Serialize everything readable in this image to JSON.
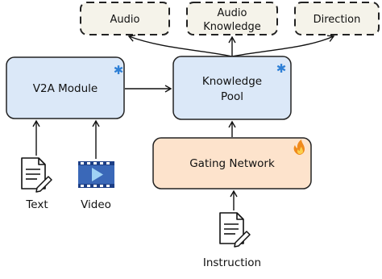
{
  "outputs": {
    "audio": "Audio",
    "audio_knowledge_line1": "Audio",
    "audio_knowledge_line2": "Knowledge",
    "direction": "Direction"
  },
  "modules": {
    "v2a": "V2A Module",
    "knowledge_pool_line1": "Knowledge",
    "knowledge_pool_line2": "Pool",
    "gating_network": "Gating Network"
  },
  "inputs": {
    "text": "Text",
    "video": "Video",
    "instruction": "Instruction"
  },
  "icons": {
    "frozen": "snowflake-icon",
    "trainable": "fire-icon",
    "document": "document-icon",
    "video": "video-icon"
  },
  "colors": {
    "module_fill": "#dbe8f8",
    "gating_fill": "#fde3cc",
    "output_fill": "#f5f3ea",
    "frozen_icon": "#2f80d6",
    "trainable_icon": "#f08a1c"
  }
}
